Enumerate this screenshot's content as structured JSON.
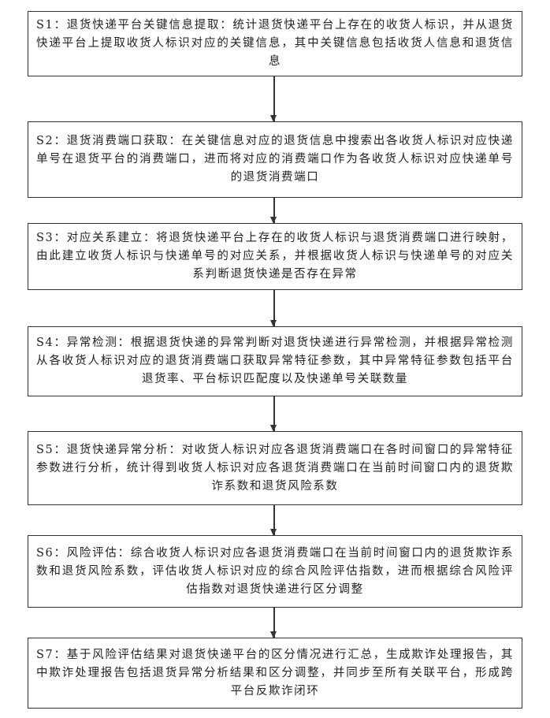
{
  "steps": [
    {
      "id": "S1",
      "text": "S1：退货快递平台关键信息提取：统计退货快递平台上存在的收货人标识，并从退货快递平台上提取收货人标识对应的关键信息，其中关键信息包括收货人信息和退货信息"
    },
    {
      "id": "S2",
      "text": "S2：退货消费端口获取：在关键信息对应的退货信息中搜索出各收货人标识对应快递单号在退货平台的消费端口，进而将对应的消费端口作为各收货人标识对应快递单号的退货消费端口"
    },
    {
      "id": "S3",
      "text": "S3：对应关系建立：将退货快递平台上存在的收货人标识与退货消费端口进行映射，由此建立收货人标识与快递单号的对应关系，并根据收货人标识与快递单号的对应关系判断退货快递是否存在异常"
    },
    {
      "id": "S4",
      "text": "S4：异常检测：根据退货快递的异常判断对退货快递进行异常检测，并根据异常检测从各收货人标识对应的退货消费端口获取异常特征参数，其中异常特征参数包括平台退货率、平台标识匹配度以及快递单号关联数量"
    },
    {
      "id": "S5",
      "text": "S5：退货快递异常分析：对收货人标识对应各退货消费端口在各时间窗口的异常特征参数进行分析，统计得到收货人标识对应各退货消费端口在当前时间窗口内的退货欺诈系数和退货风险系数"
    },
    {
      "id": "S6",
      "text": "S6：风险评估：综合收货人标识对应各退货消费端口在当前时间窗口内的退货欺诈系数和退货风险系数，评估收货人标识对应的综合风险评估指数，进而根据综合风险评估指数对退货快递进行区分调整"
    },
    {
      "id": "S7",
      "text": "S7：基于风险评估结果对退货快递平台的区分情况进行汇总，生成欺诈处理报告，其中欺诈处理报告包括退货异常分析结果和区分调整，并同步至所有关联平台，形成跨平台反欺诈闭环"
    }
  ]
}
